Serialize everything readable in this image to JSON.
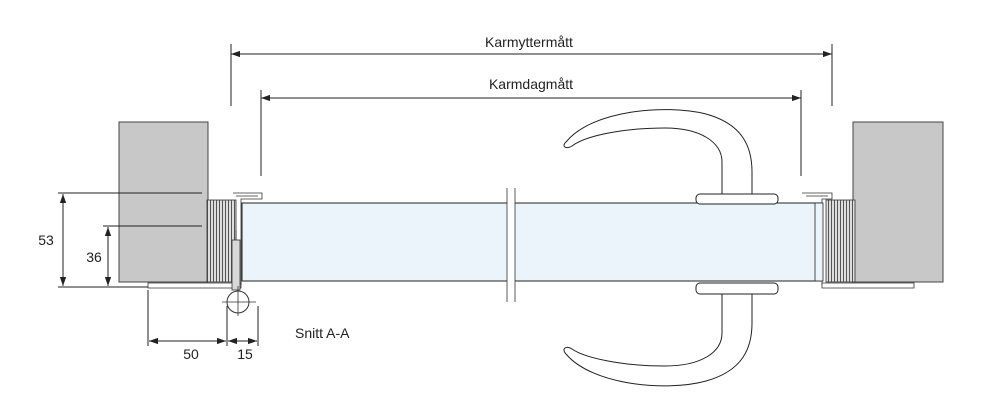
{
  "labels": {
    "outer_frame": "Karmyttermått",
    "inner_frame": "Karmdagmått",
    "height_53": "53",
    "height_36": "36",
    "width_50": "50",
    "width_15": "15",
    "section": "Snitt A-A"
  },
  "colors": {
    "wall": "#c8c8c8",
    "door_leaf": "#eaf4fa",
    "line": "#222222",
    "handle": "#ffffff",
    "hinge": "#d8d8d8"
  }
}
